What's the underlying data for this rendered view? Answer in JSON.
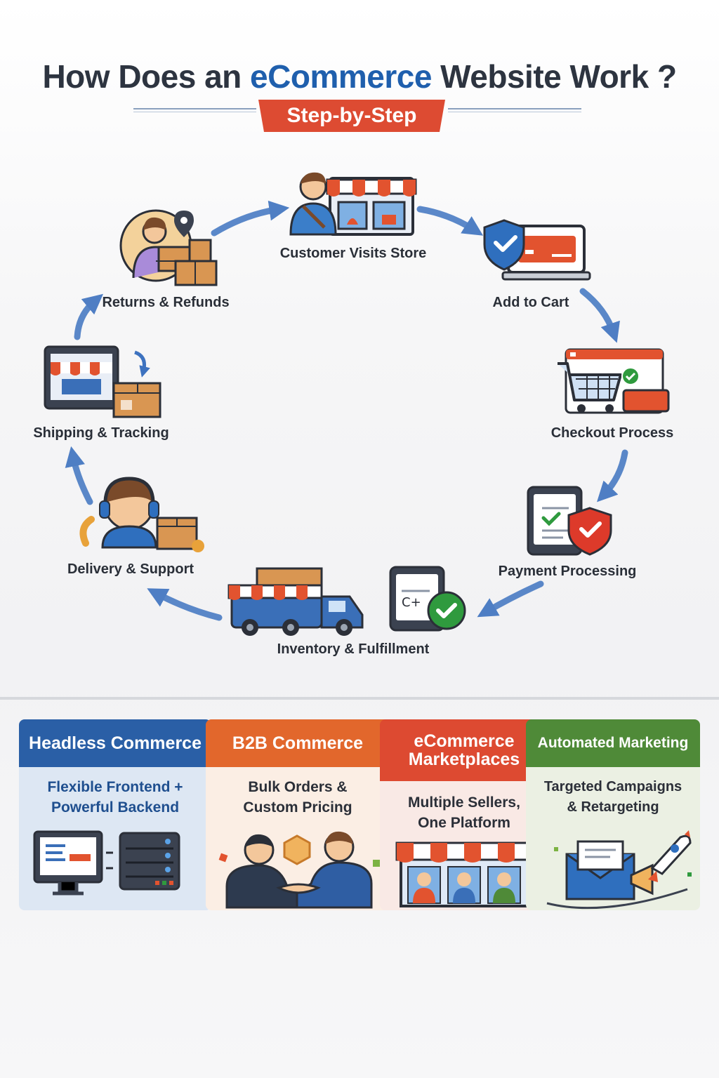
{
  "header": {
    "title_prefix": "How Does an ",
    "title_accent": "eCommerce",
    "title_suffix": " Website Work ?",
    "ribbon": "Step-by-Step"
  },
  "steps": [
    {
      "label": "Customer Visits Store"
    },
    {
      "label": "Add to Cart"
    },
    {
      "label": "Checkout Process"
    },
    {
      "label": "Payment Processing"
    },
    {
      "label": "Inventory & Fulfillment"
    },
    {
      "label": "Delivery & Support"
    },
    {
      "label": "Shipping & Tracking"
    },
    {
      "label": "Returns & Refunds"
    }
  ],
  "cards": [
    {
      "title": "Headless Commerce",
      "subtitle_line1": "Flexible Frontend +",
      "subtitle_line2": "Powerful Backend",
      "head_color": "#2a5fa6",
      "body_color": "#dde7f3"
    },
    {
      "title": "B2B Commerce",
      "subtitle_line1": "Bulk Orders &",
      "subtitle_line2": "Custom Pricing",
      "head_color": "#e2672c",
      "body_color": "#fbeee4"
    },
    {
      "title_line1": "eCommerce",
      "title_line2": "Marketplaces",
      "subtitle_line1": "Multiple Sellers,",
      "subtitle_line2": "One Platform",
      "head_color": "#dd4a31",
      "body_color": "#f9e9e5"
    },
    {
      "title": "Automated Marketing",
      "subtitle_line1": "Targeted Campaigns",
      "subtitle_line2": "& Retargeting",
      "head_color": "#4f8a38",
      "body_color": "#ebf0e3"
    }
  ],
  "colors": {
    "brand_blue": "#1f5fad",
    "brand_red": "#dd4b32",
    "arrow_blue": "#3d72bf",
    "check_green": "#2f9a3e"
  }
}
